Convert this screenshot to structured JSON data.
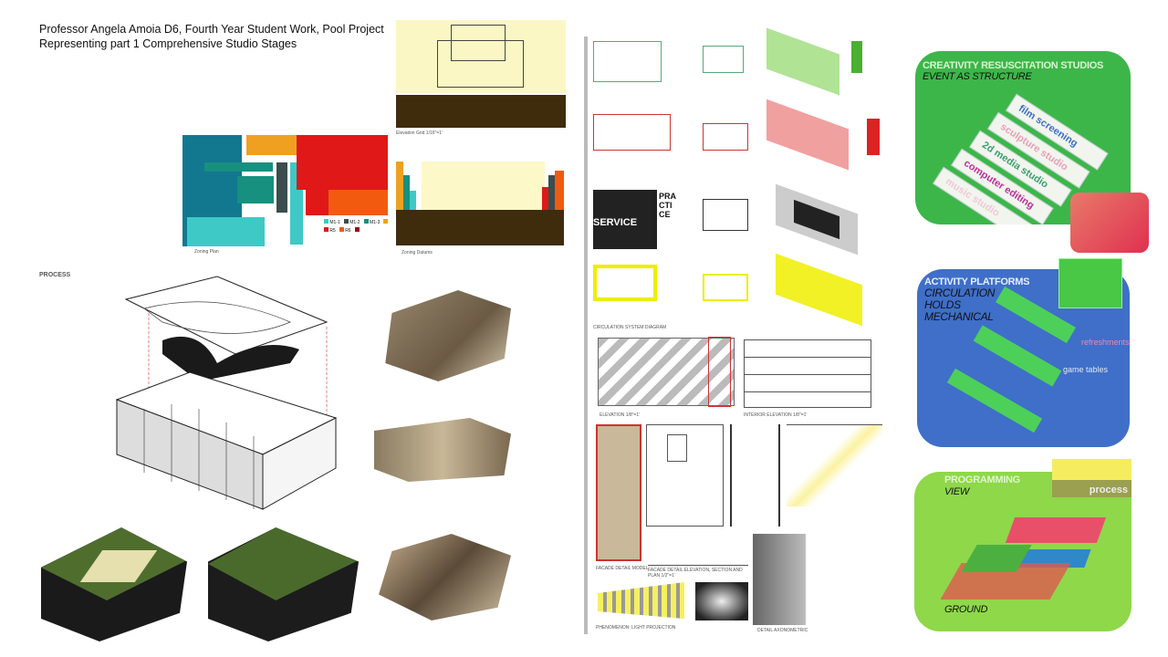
{
  "slide": {
    "title_line1": "Professor Angela Amoia D6, Fourth Year Student Work, Pool Project",
    "title_line2": "Representing part 1 Comprehensive Studio Stages",
    "process_label": "PROCESS"
  },
  "zoning": {
    "plan_caption": "Zoning Plan",
    "datums_caption": "Zoning Datums",
    "elevation_grid_caption": "Elevation Grid 1/16\"=1'",
    "legend": [
      {
        "label": "M1-1",
        "color": "#3ec9c7"
      },
      {
        "label": "M1-2",
        "color": "#3b4d4e"
      },
      {
        "label": "M1-3",
        "color": "#17907f"
      },
      {
        "label": "",
        "color": "#f0a020"
      },
      {
        "label": "R5",
        "color": "#e01818"
      },
      {
        "label": "R6",
        "color": "#f25a10"
      },
      {
        "label": "",
        "color": "#9a0c18"
      }
    ]
  },
  "diagrams": {
    "elevation": "ELEVATION 1/8\"=1'",
    "interior_elevation": "INTERIOR ELEVATION 1/8\"=1'",
    "circulation": "CIRCULATION SYSTEM DIAGRAM",
    "facade_model": "FACADE DETAIL MODEL",
    "facade_detail": "FACADE DETAIL ELEVATION, SECTION AND PLAN 1/2\"=1'",
    "light_projection": "PHENOMENON: LIGHT PROJECTION",
    "detail_axon": "DETAIL AXONOMETRIC",
    "service_word": "SERVICE",
    "practice_word": "PRACTICE"
  },
  "panels": {
    "creativity": {
      "title": "CREATIVITY RESUSCITATION STUDIOS",
      "subtitle": "EVENT AS STRUCTURE",
      "studios": [
        {
          "label": "film screening",
          "color": "#3d6fc8"
        },
        {
          "label": "sculpture studio",
          "color": "#e8a0b8"
        },
        {
          "label": "2d media studio",
          "color": "#3aa070"
        },
        {
          "label": "computer editing",
          "color": "#c02c9c"
        },
        {
          "label": "music studio",
          "color": "#f0c8d8"
        }
      ],
      "bg": "#3cb649"
    },
    "activity": {
      "title": "ACTIVITY PLATFORMS",
      "lines": [
        "CIRCULATION",
        "HOLDS",
        "MECHANICAL"
      ],
      "labels": [
        "refreshments",
        "game tables"
      ],
      "bg": "#3f6fc8"
    },
    "programming": {
      "title": "PROGRAMMING",
      "view": "VIEW",
      "ground": "GROUND",
      "process": "process",
      "bg": "#8ed84a"
    }
  }
}
